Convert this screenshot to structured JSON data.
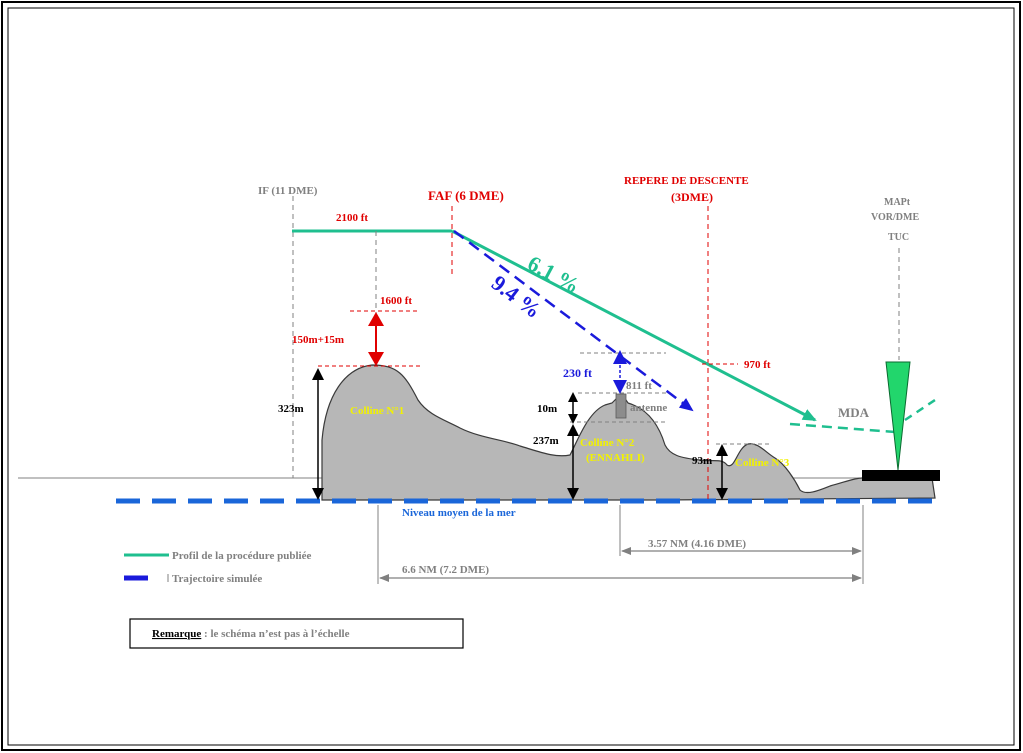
{
  "colors": {
    "frame": "#000000",
    "terrain": "#b7b7b7",
    "terrain_stroke": "#3a3a3a",
    "published_profile": "#1fbf8f",
    "simulated_trajectory": "#1a1adb",
    "sea_level": "#1a66d9",
    "red": "#e00000",
    "gray_text": "#808080",
    "yellow_text": "#f2f200",
    "black": "#000000"
  },
  "fixes": {
    "if_label": "IF (11 DME)",
    "faf_label": "FAF (6 DME)",
    "descent_fix_line1": "REPERE DE DESCENTE",
    "descent_fix_line2": "(3DME)",
    "mapt_line1": "MAPt",
    "mapt_line2": "VOR/DME",
    "mapt_line3": "TUC"
  },
  "altitudes": {
    "alt_2100": "2100 ft",
    "alt_1600": "1600 ft",
    "alt_970": "970 ft",
    "margin_label": "150m+15m",
    "mda_label": "MDA"
  },
  "gradients": {
    "published": "6.1 %",
    "simulated": "9.4 %"
  },
  "hills": {
    "hill1_name": "Colline N°1",
    "hill1_height": "323m",
    "hill2_name_line1": "Colline N°2",
    "hill2_name_line2": "(ENNAHLI)",
    "hill2_height": "237m",
    "hill3_name": "Colline N°3",
    "hill3_height": "93m"
  },
  "antenna": {
    "label": "antenne",
    "height": "10m",
    "top_alt": "811 ft",
    "clearance": "230 ft"
  },
  "sea_level_label": "Niveau moyen de la mer",
  "distances": {
    "short": "3.57 NM (4.16 DME)",
    "long": "6.6 NM (7.2 DME)"
  },
  "legend": {
    "published": "Profil de la procédure publiée",
    "simulated": "Trajectoire simulée"
  },
  "note": {
    "title": "Remarque",
    "text": " : le schéma n’est  pas à l’échelle"
  }
}
